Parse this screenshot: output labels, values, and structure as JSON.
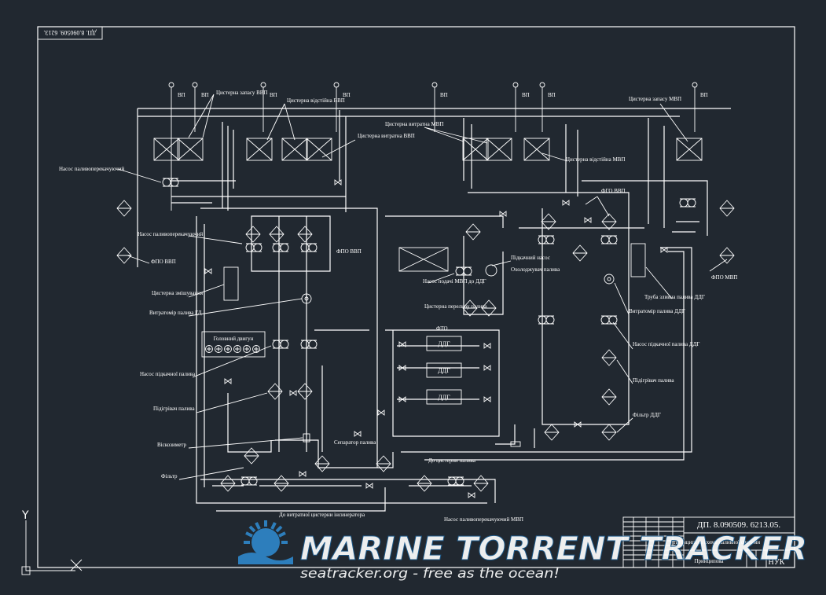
{
  "drawing": {
    "stamp_top_left": "ДП. 8.090509. 6213.",
    "title_block": {
      "code": "ДП. 8.090509. 6213.05.",
      "description": "Принципова схема паливної системи",
      "org": "НУК",
      "sheet": "Принципова"
    }
  },
  "labels": {
    "vp": "ВП",
    "tsyst_zapasu_vvp": "Цистерна запасу ВВП",
    "tsyst_vidst_vvp": "Цистерна відстійна ВВП",
    "tsyst_vytr_vvp": "Цистерна витратна ВВП",
    "tsyst_vytr_mvp": "Цистерна витратна МВП",
    "tsyst_zapasu_mvp": "Цистерна запасу МВП",
    "tsyst_vidst_mvp": "Цистерна відстійна МВП",
    "nasos_perekach": "Насос паливоперекачуючий",
    "nasos_perekach2": "Насос паливоперекачуючий",
    "fgo_vvp": "ФГО ВВП",
    "fpo_vvp": "ФПО ВВП",
    "fpo_vvp2": "ФПО ВВП",
    "fpo_mvp": "ФПО МВП",
    "tsyst_zmishuvannia": "Цистерна змішування",
    "vytratomir_gd": "Витратомір палива ГД",
    "golovnyi_dvyhun": "Головний двигун",
    "nasos_pidkach": "Насос підкачної палива",
    "pidigrivach": "Підігрівач палива",
    "viskozymetr": "Віскозиметр",
    "filtr": "Фільтр",
    "separator": "Сепаратор палива",
    "do_tsyst_palyva": "До цистерни палива",
    "do_vytr_insyn": "До витратної цистерни інсинератора",
    "nasos_perekach_mvp": "Насос паливоперекачуючий МВП",
    "nasos_podachi_mvp": "Насос подачі МВП до ДДГ",
    "tsyst_perelyvu": "Цистерна переливу палива",
    "fto": "ФТО",
    "ddg": "ДДГ",
    "pidkach_nasos": "Підкачний насос",
    "okholodzhuvach": "Охолоджувач палива",
    "truba_zlyvna": "Труба зливна палива ДДГ",
    "vytratomir_ddg": "Витратомір палива ДДГ",
    "nasos_pidkach_ddg": "Насос підкачної палива ДДГ",
    "pidigrivach2": "Підігрівач палива",
    "filtr_ddg": "Фільтр ДДГ"
  },
  "watermark": {
    "title": "MARINE TORRENT TRACKER",
    "subtitle": "seatracker.org - free as the ocean!"
  },
  "ucs": {
    "y": "Y",
    "x": "X"
  },
  "colors": {
    "background": "#212830",
    "line": "#ffffff",
    "watermark": "#2f86c8"
  }
}
